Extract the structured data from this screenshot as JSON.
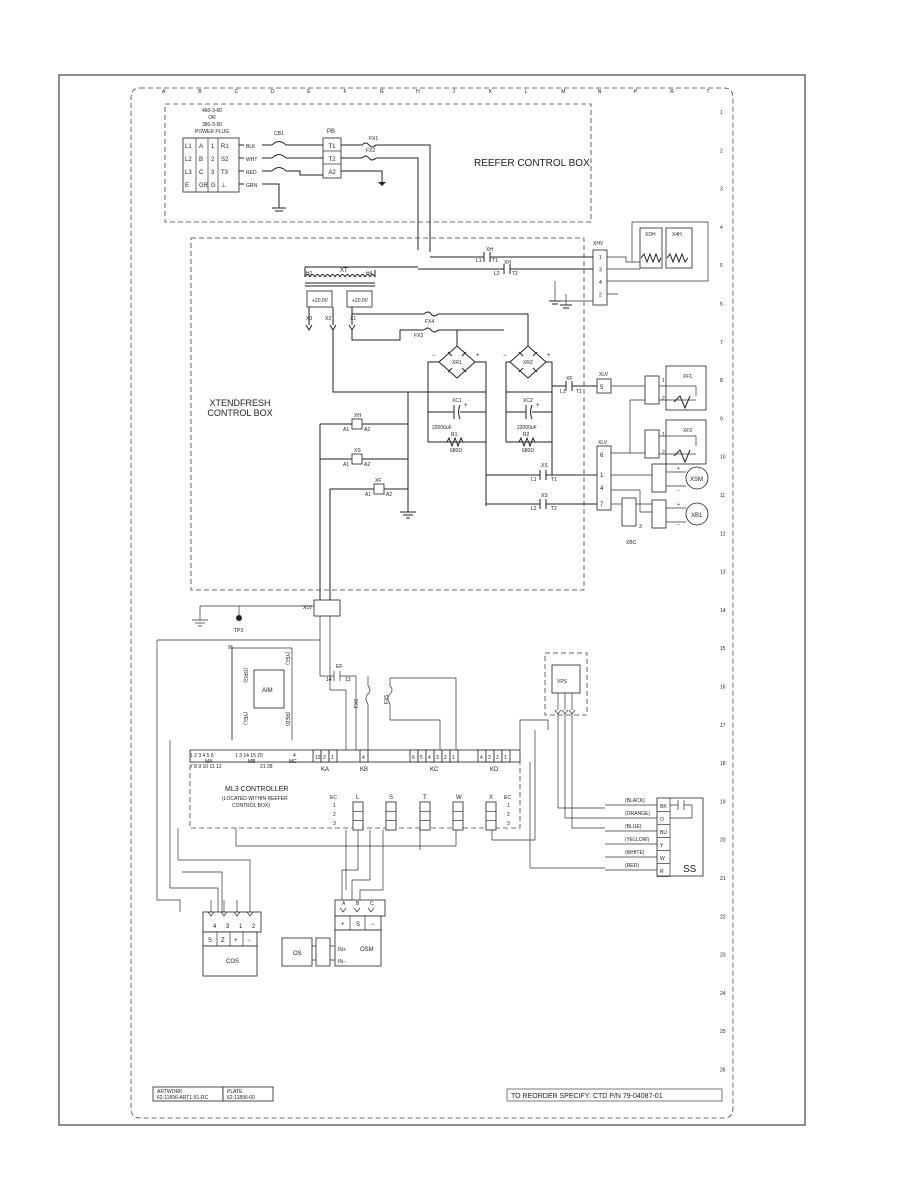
{
  "grid": {
    "columns": [
      "A",
      "B",
      "C",
      "D",
      "E",
      "F",
      "G",
      "H",
      "J",
      "K",
      "L",
      "M",
      "N",
      "P",
      "R",
      "T"
    ],
    "rows": [
      "1",
      "2",
      "3",
      "4",
      "5",
      "6",
      "7",
      "8",
      "9",
      "10",
      "11",
      "12",
      "13",
      "14",
      "15",
      "16",
      "17",
      "18",
      "19",
      "20",
      "21",
      "22",
      "23",
      "24",
      "25",
      "26"
    ]
  },
  "reefer_box": {
    "title": "REEFER CONTROL BOX",
    "plug_label": [
      "460-3-60",
      "OR",
      "380-3-50",
      "POWER PLUG"
    ],
    "plug_rows": [
      {
        "l": "L1",
        "pin": "A",
        "n": "1",
        "t": "R1",
        "wire": "BLK"
      },
      {
        "l": "L2",
        "pin": "B",
        "n": "2",
        "t": "S2",
        "wire": "WHT"
      },
      {
        "l": "L3",
        "pin": "C",
        "n": "3",
        "t": "T3",
        "wire": "RED"
      },
      {
        "l": "E",
        "pin": "GR",
        "n": "G",
        "t": "⊥",
        "wire": "GRN"
      }
    ],
    "cb_label": "CB1",
    "pb_label": "PB",
    "pb_terms": [
      "T1",
      "T2",
      "A2"
    ],
    "fx1": "FX1",
    "fx2": "FX2"
  },
  "xf_box": {
    "title_line1": "XTENDFRESH",
    "title_line2": "CONTROL BOX",
    "xh": "XH",
    "l1": "L1",
    "t1": "T1",
    "xh2": "XH",
    "l2": "L2",
    "t2": "T2",
    "xt": "XT",
    "h1": "H1",
    "h4": "H4",
    "v1": "+20.0V",
    "v2": "+20.0V",
    "x3": "X3",
    "x2": "X2",
    "x1": "X1",
    "fx4": "FX4",
    "fx3": "FX3",
    "xr1": "XR1",
    "xr2": "XR2",
    "xc1": "XC1",
    "xc2": "XC2",
    "cap1": "22000uF",
    "cap2": "22000uF",
    "r1": "R1",
    "r2": "R2",
    "ohm1": "680Ω",
    "ohm2": "680Ω",
    "xf": "XF",
    "xf_l1": "L1",
    "xf_t1": "T1",
    "coil_xh": "XH",
    "coil_xs": "XS",
    "coil_xf": "XF",
    "a1": "A1",
    "a2": "A2",
    "xs_a": "XS",
    "xs_b": "XS",
    "xs_l1": "L1",
    "xs_t1": "T1",
    "xs_l2": "L2",
    "xs_t2": "T2",
    "xhv": "XHV",
    "xhv_pins": [
      "1",
      "3",
      "4",
      "2"
    ],
    "heaters": [
      "XDH",
      "X4H"
    ],
    "xlv": "XLV",
    "xlv2": "XLV",
    "xf1": "XF1",
    "xf2": "XF2",
    "xsm": "XSM",
    "xb1": "XB1",
    "xbc": "XBC"
  },
  "lower": {
    "xlv": "XLV",
    "tp": "TP3",
    "aim": "AIM",
    "wire_org": "(ORG)",
    "wire_yel": "(YEL)",
    "wire_yel2": "(YEL)",
    "wire_red": "(RED)",
    "ef": "EF",
    "ef14": "14",
    "ef13": "13",
    "fx6": "FX6",
    "fx5": "FX5",
    "controller_title": "ML3 CONTROLLER",
    "controller_sub1": "(LOCATED WITHIN REEFER",
    "controller_sub2": "CONTROL BOX)",
    "ma_pins": "1 2 3 4 5 6",
    "ma_pins2": "7 8 9 10 11 12",
    "ma": "MA",
    "mb_pins": "1 3 14 15 20",
    "mb_pins2": "21 28",
    "mb": "MB",
    "mc_pins": "4",
    "mc": "MC",
    "ka": "KA",
    "ka_pins": [
      "12",
      "2",
      "1"
    ],
    "kb": "KB",
    "kb_pins": [
      "4"
    ],
    "kc": "KC",
    "kc_pins": [
      "6",
      "5",
      "4",
      "3",
      "2",
      "1"
    ],
    "kd": "KD",
    "kd_pins": [
      "4",
      "3",
      "2",
      "1"
    ],
    "ec": "EC",
    "ec2": "EC",
    "ec_rows": [
      "1",
      "2",
      "3"
    ],
    "conn_labels": [
      "L",
      "S",
      "T",
      "W",
      "X"
    ],
    "vps": "VPS",
    "ss": "SS",
    "ss_wires": [
      {
        "color": "(BLACK)",
        "code": "BK"
      },
      {
        "color": "(ORANGE)",
        "code": "O"
      },
      {
        "color": "(BLUE)",
        "code": "BU"
      },
      {
        "color": "(YELLOW)",
        "code": "Y"
      },
      {
        "color": "(WHITE)",
        "code": "W"
      },
      {
        "color": "(RED)",
        "code": "R"
      }
    ],
    "cos": "COS",
    "cos_pins": [
      "4",
      "3",
      "1",
      "2"
    ],
    "cos_terms": [
      "S",
      "Z",
      "+",
      "−"
    ],
    "osm": "OSM",
    "osm_pins": [
      "A",
      "B",
      "C"
    ],
    "osm_terms": [
      "+",
      "S",
      "−"
    ],
    "osm_in_pos": "IN+",
    "osm_in_neg": "IN−",
    "os": "OS"
  },
  "footer": {
    "artwork_label": "ARTWORK",
    "artwork_value": "62-11896-ART1-51-RC",
    "plate_label": "PLATE",
    "plate_value": "62-11896-00",
    "reorder": "TO REORDER SPECIFY: CTD P/N 79-04087-01"
  }
}
